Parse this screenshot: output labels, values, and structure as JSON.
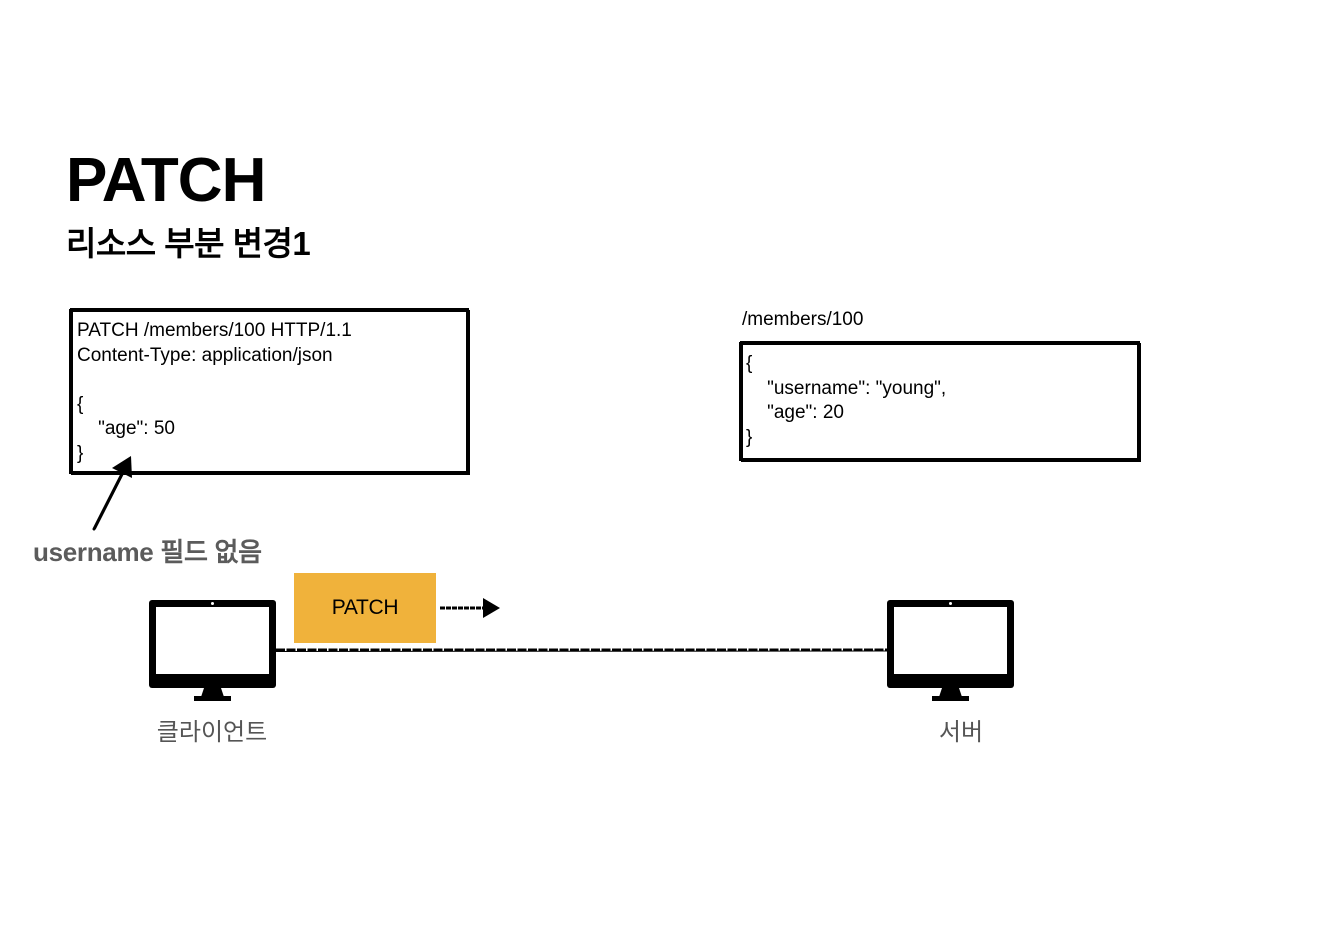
{
  "slide": {
    "title": "PATCH",
    "subtitle": "리소스 부분 변경1"
  },
  "request": {
    "text": "PATCH /members/100 HTTP/1.1\nContent-Type: application/json\n\n{\n    \"age\": 50\n}"
  },
  "resource": {
    "path": "/members/100",
    "text": "{\n    \"username\": \"young\",\n    \"age\": 20\n}"
  },
  "annotation": {
    "note": "username 필드 없음"
  },
  "method_tag": {
    "label": "PATCH",
    "color": "#f0b23b"
  },
  "nodes": {
    "client": "클라이언트",
    "server": "서버"
  },
  "icons": {
    "client_icon": "monitor-icon",
    "server_icon": "monitor-icon"
  }
}
